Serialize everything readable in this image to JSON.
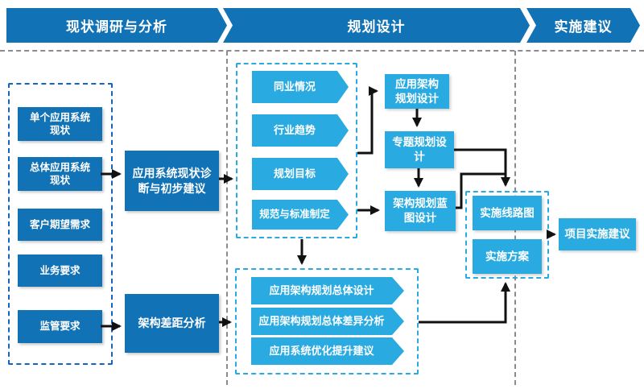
{
  "header": {
    "phases": [
      {
        "label": "现状调研与分析"
      },
      {
        "label": "规划设计"
      },
      {
        "label": "实施建议"
      }
    ]
  },
  "current_state_panel": {
    "items": [
      {
        "label": "单个应用系统\n现状"
      },
      {
        "label": "总体应用系统\n现状"
      },
      {
        "label": "客户期望需求"
      },
      {
        "label": "业务要求"
      },
      {
        "label": "监管要求"
      }
    ]
  },
  "analysis": {
    "diagnosis_label": "应用系统现状诊\n断与初步建议",
    "gap_label": "架构差距分析"
  },
  "research_panel": {
    "items": [
      {
        "label": "同业情况"
      },
      {
        "label": "行业趋势"
      },
      {
        "label": "规划目标"
      },
      {
        "label": "规范与标准制定"
      }
    ]
  },
  "design": {
    "app_arch_label": "应用架构\n规划设计",
    "special_label": "专题规划设\n计",
    "blueprint_label": "架构规划蓝\n图设计"
  },
  "summary_panel": {
    "items": [
      {
        "label": "应用架构规划总体设计"
      },
      {
        "label": "应用架构规划总体差异分析"
      },
      {
        "label": "应用系统优化提升建议"
      }
    ]
  },
  "implementation_panel": {
    "items": [
      {
        "label": "实施线路图"
      },
      {
        "label": "实施方案"
      }
    ]
  },
  "result": {
    "label": "项目实施建议"
  },
  "colors": {
    "dark_blue": "#1272B6",
    "cyan": "#29ABE2",
    "divider_gray": "#8C8C8C",
    "arrow_black": "#111111"
  }
}
